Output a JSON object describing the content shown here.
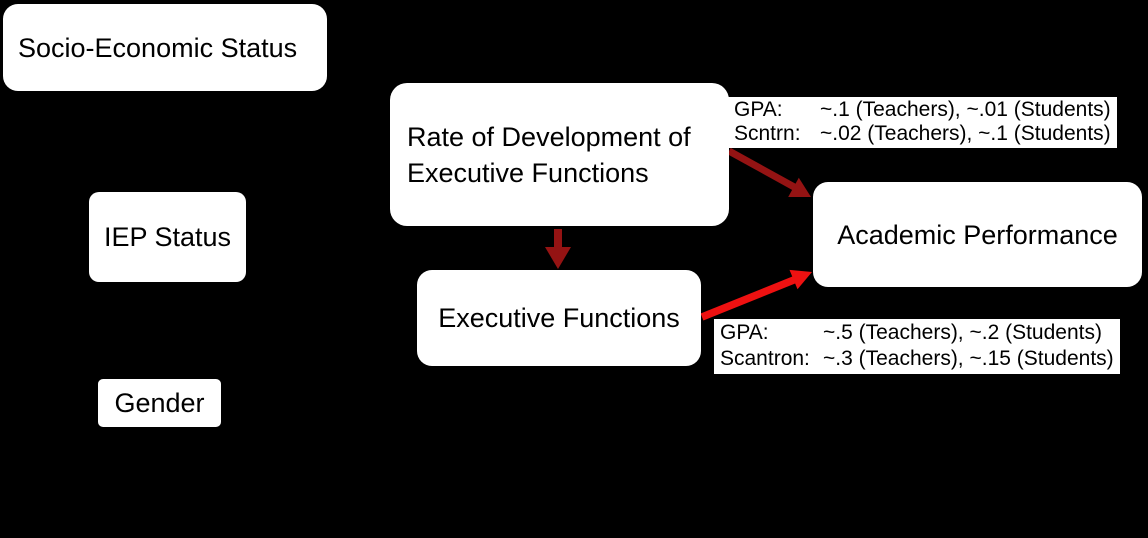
{
  "colors": {
    "background": "#000000",
    "node_bg": "#ffffff",
    "node_text": "#000000",
    "arrow_dark_red": "#941313",
    "arrow_bright_red": "#ee1111"
  },
  "nodes": {
    "ses": {
      "label": "Socio-Economic Status"
    },
    "iep": {
      "label": "IEP Status"
    },
    "gender": {
      "label": "Gender"
    },
    "rate": {
      "label": "Rate of Development of\nExecutive Functions"
    },
    "exec": {
      "label": "Executive Functions"
    },
    "acad": {
      "label": "Academic Performance"
    }
  },
  "annotations": {
    "rate_to_acad": {
      "row1": {
        "label": "GPA:",
        "value": "~.1 (Teachers), ~.01 (Students)"
      },
      "row2": {
        "label": "Scntrn:",
        "value": "~.02 (Teachers), ~.1 (Students)"
      }
    },
    "exec_to_acad": {
      "row1": {
        "label": "GPA:",
        "value": "~.5 (Teachers), ~.2 (Students)"
      },
      "row2": {
        "label": "Scantron:",
        "value": "~.3 (Teachers), ~.15 (Students)"
      }
    }
  }
}
